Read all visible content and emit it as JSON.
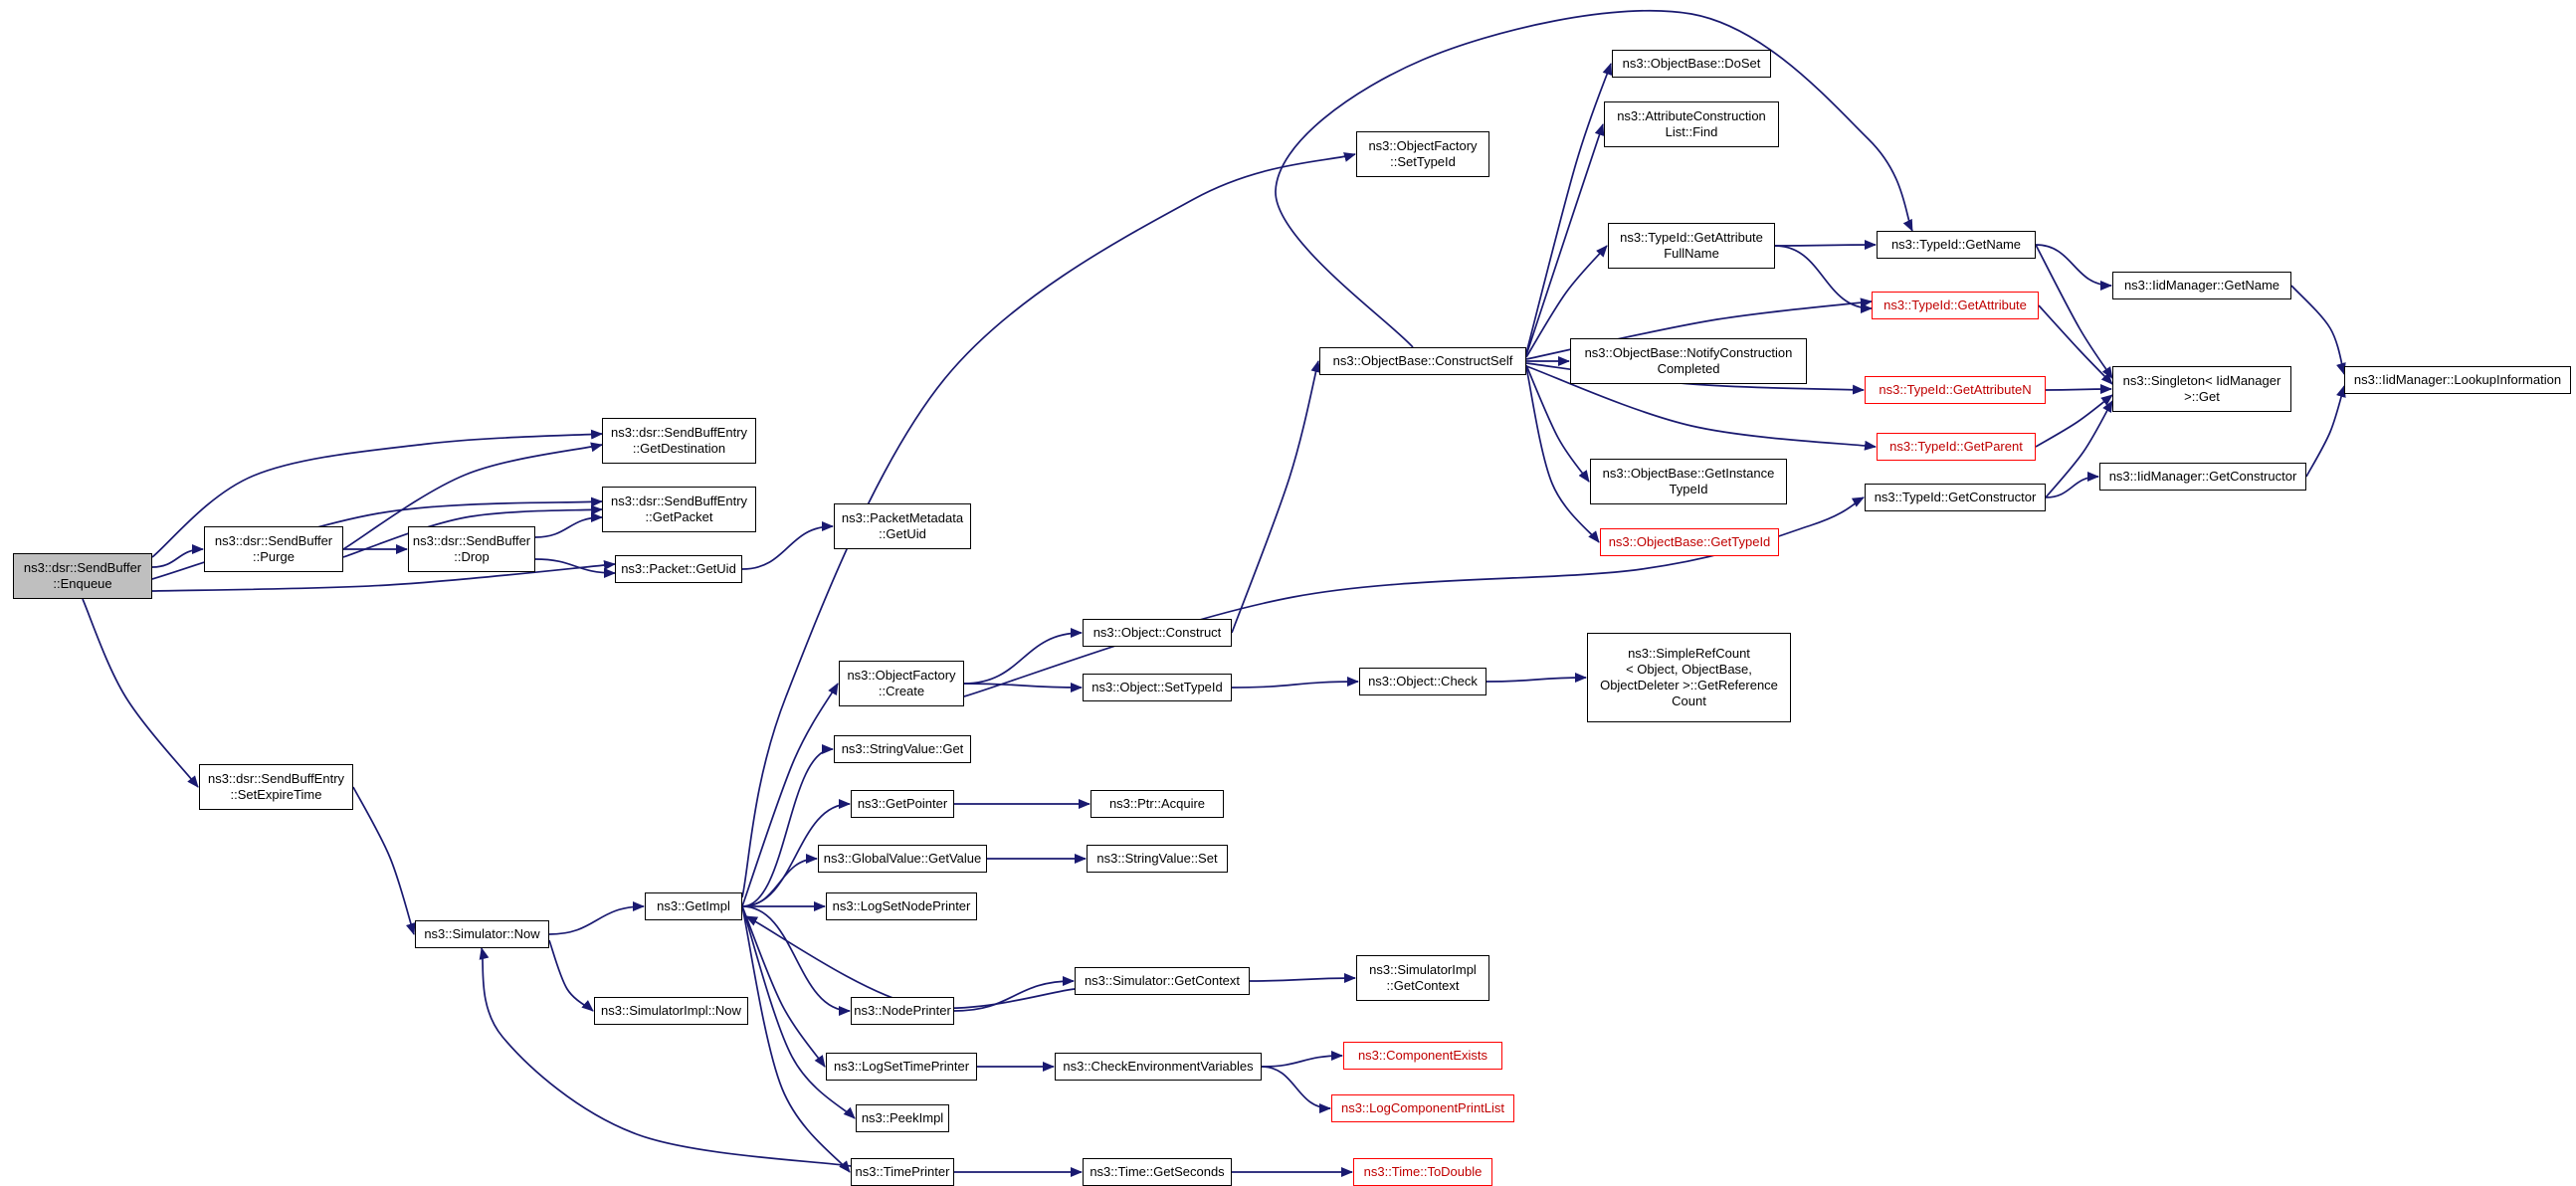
{
  "diagram": {
    "type": "call-graph",
    "root_function": "ns3::dsr::SendBuffer::Enqueue",
    "colors": {
      "edge": "#191970",
      "node_background": "#ffffff",
      "node_border": "#000000",
      "root_node_fill": "#bfbfbf",
      "truncated_node_border": "#ff0000",
      "background": "#ffffff"
    },
    "nodes": [
      {
        "id": "enqueue",
        "label": [
          "ns3::dsr::SendBuffer",
          "::Enqueue"
        ],
        "variant": "root"
      },
      {
        "id": "set-expire-time",
        "label": [
          "ns3::dsr::SendBuffEntry",
          "::SetExpireTime"
        ]
      },
      {
        "id": "purge",
        "label": [
          "ns3::dsr::SendBuffer",
          "::Purge"
        ]
      },
      {
        "id": "get-destination",
        "label": [
          "ns3::dsr::SendBuffEntry",
          "::GetDestination"
        ]
      },
      {
        "id": "get-packet",
        "label": [
          "ns3::dsr::SendBuffEntry",
          "::GetPacket"
        ]
      },
      {
        "id": "drop",
        "label": [
          "ns3::dsr::SendBuffer",
          "::Drop"
        ]
      },
      {
        "id": "packet-get-uid",
        "label": [
          "ns3::Packet::GetUid"
        ]
      },
      {
        "id": "simulator-now",
        "label": [
          "ns3::Simulator::Now"
        ]
      },
      {
        "id": "packet-metadata-get-uid",
        "label": [
          "ns3::PacketMetadata",
          "::GetUid"
        ]
      },
      {
        "id": "get-impl",
        "label": [
          "ns3::GetImpl"
        ]
      },
      {
        "id": "simulator-impl-now",
        "label": [
          "ns3::SimulatorImpl::Now"
        ]
      },
      {
        "id": "object-factory-create",
        "label": [
          "ns3::ObjectFactory",
          "::Create"
        ]
      },
      {
        "id": "string-value-get",
        "label": [
          "ns3::StringValue::Get"
        ]
      },
      {
        "id": "get-pointer",
        "label": [
          "ns3::GetPointer"
        ]
      },
      {
        "id": "global-value-get-value",
        "label": [
          "ns3::GlobalValue::GetValue"
        ]
      },
      {
        "id": "log-set-node-printer",
        "label": [
          "ns3::LogSetNodePrinter"
        ]
      },
      {
        "id": "node-printer",
        "label": [
          "ns3::NodePrinter"
        ]
      },
      {
        "id": "log-set-time-printer",
        "label": [
          "ns3::LogSetTimePrinter"
        ]
      },
      {
        "id": "peek-impl",
        "label": [
          "ns3::PeekImpl"
        ]
      },
      {
        "id": "time-printer",
        "label": [
          "ns3::TimePrinter"
        ]
      },
      {
        "id": "object-construct",
        "label": [
          "ns3::Object::Construct"
        ]
      },
      {
        "id": "object-set-type-id",
        "label": [
          "ns3::Object::SetTypeId"
        ]
      },
      {
        "id": "ptr-acquire",
        "label": [
          "ns3::Ptr::Acquire"
        ]
      },
      {
        "id": "string-value-set",
        "label": [
          "ns3::StringValue::Set"
        ]
      },
      {
        "id": "simulator-get-context",
        "label": [
          "ns3::Simulator::GetContext"
        ]
      },
      {
        "id": "check-environment-variables",
        "label": [
          "ns3::CheckEnvironmentVariables"
        ]
      },
      {
        "id": "time-get-seconds",
        "label": [
          "ns3::Time::GetSeconds"
        ]
      },
      {
        "id": "object-factory-set-type-id",
        "label": [
          "ns3::ObjectFactory",
          "::SetTypeId"
        ]
      },
      {
        "id": "construct-self",
        "label": [
          "ns3::ObjectBase::ConstructSelf"
        ]
      },
      {
        "id": "object-check",
        "label": [
          "ns3::Object::Check"
        ]
      },
      {
        "id": "simulator-impl-get-context",
        "label": [
          "ns3::SimulatorImpl",
          "::GetContext"
        ]
      },
      {
        "id": "component-exists",
        "label": [
          "ns3::ComponentExists"
        ],
        "variant": "truncated"
      },
      {
        "id": "log-component-print-list",
        "label": [
          "ns3::LogComponentPrintList"
        ],
        "variant": "truncated"
      },
      {
        "id": "time-to-double",
        "label": [
          "ns3::Time::ToDouble"
        ],
        "variant": "truncated"
      },
      {
        "id": "object-base-do-set",
        "label": [
          "ns3::ObjectBase::DoSet"
        ]
      },
      {
        "id": "attribute-construction-list-find",
        "label": [
          "ns3::AttributeConstruction",
          "List::Find"
        ]
      },
      {
        "id": "get-attribute-full-name",
        "label": [
          "ns3::TypeId::GetAttribute",
          "FullName"
        ]
      },
      {
        "id": "notify-construction-completed",
        "label": [
          "ns3::ObjectBase::NotifyConstruction",
          "Completed"
        ]
      },
      {
        "id": "get-instance-type-id",
        "label": [
          "ns3::ObjectBase::GetInstance",
          "TypeId"
        ]
      },
      {
        "id": "object-base-get-type-id",
        "label": [
          "ns3::ObjectBase::GetTypeId"
        ],
        "variant": "truncated"
      },
      {
        "id": "get-reference-count",
        "label": [
          "ns3::SimpleRefCount",
          "< Object, ObjectBase,",
          "ObjectDeleter >::GetReference",
          "Count"
        ]
      },
      {
        "id": "type-id-get-name",
        "label": [
          "ns3::TypeId::GetName"
        ]
      },
      {
        "id": "type-id-get-attribute",
        "label": [
          "ns3::TypeId::GetAttribute"
        ],
        "variant": "truncated"
      },
      {
        "id": "type-id-get-attribute-n",
        "label": [
          "ns3::TypeId::GetAttributeN"
        ],
        "variant": "truncated"
      },
      {
        "id": "type-id-get-parent",
        "label": [
          "ns3::TypeId::GetParent"
        ],
        "variant": "truncated"
      },
      {
        "id": "type-id-get-constructor",
        "label": [
          "ns3::TypeId::GetConstructor"
        ]
      },
      {
        "id": "iid-manager-get-name",
        "label": [
          "ns3::IidManager::GetName"
        ]
      },
      {
        "id": "singleton-get",
        "label": [
          "ns3::Singleton< IidManager",
          ">::Get"
        ]
      },
      {
        "id": "iid-manager-get-constructor",
        "label": [
          "ns3::IidManager::GetConstructor"
        ]
      },
      {
        "id": "lookup-information",
        "label": [
          "ns3::IidManager::LookupInformation"
        ]
      }
    ],
    "edges": [
      {
        "from": "enqueue",
        "to": "get-destination"
      },
      {
        "from": "enqueue",
        "to": "purge"
      },
      {
        "from": "enqueue",
        "to": "get-packet"
      },
      {
        "from": "enqueue",
        "to": "packet-get-uid"
      },
      {
        "from": "enqueue",
        "to": "set-expire-time"
      },
      {
        "from": "purge",
        "to": "get-destination"
      },
      {
        "from": "purge",
        "to": "get-packet"
      },
      {
        "from": "purge",
        "to": "drop"
      },
      {
        "from": "drop",
        "to": "get-packet"
      },
      {
        "from": "drop",
        "to": "packet-get-uid"
      },
      {
        "from": "packet-get-uid",
        "to": "packet-metadata-get-uid"
      },
      {
        "from": "set-expire-time",
        "to": "simulator-now"
      },
      {
        "from": "simulator-now",
        "to": "get-impl"
      },
      {
        "from": "simulator-now",
        "to": "simulator-impl-now"
      },
      {
        "from": "time-printer",
        "to": "simulator-now"
      },
      {
        "from": "get-impl",
        "to": "object-factory-set-type-id"
      },
      {
        "from": "get-impl",
        "to": "object-factory-create"
      },
      {
        "from": "get-impl",
        "to": "string-value-get"
      },
      {
        "from": "get-impl",
        "to": "get-pointer"
      },
      {
        "from": "get-impl",
        "to": "global-value-get-value"
      },
      {
        "from": "get-impl",
        "to": "log-set-node-printer"
      },
      {
        "from": "get-impl",
        "to": "node-printer"
      },
      {
        "from": "get-impl",
        "to": "log-set-time-printer"
      },
      {
        "from": "get-impl",
        "to": "peek-impl"
      },
      {
        "from": "get-impl",
        "to": "time-printer"
      },
      {
        "from": "object-factory-create",
        "to": "object-construct"
      },
      {
        "from": "object-factory-create",
        "to": "object-set-type-id"
      },
      {
        "from": "object-factory-create",
        "to": "type-id-get-constructor"
      },
      {
        "from": "object-construct",
        "to": "construct-self"
      },
      {
        "from": "object-set-type-id",
        "to": "object-check"
      },
      {
        "from": "object-check",
        "to": "get-reference-count"
      },
      {
        "from": "get-pointer",
        "to": "ptr-acquire"
      },
      {
        "from": "global-value-get-value",
        "to": "string-value-set"
      },
      {
        "from": "node-printer",
        "to": "simulator-get-context"
      },
      {
        "from": "simulator-get-context",
        "to": "simulator-impl-get-context"
      },
      {
        "from": "simulator-get-context",
        "to": "get-impl"
      },
      {
        "from": "log-set-time-printer",
        "to": "check-environment-variables"
      },
      {
        "from": "check-environment-variables",
        "to": "component-exists"
      },
      {
        "from": "check-environment-variables",
        "to": "log-component-print-list"
      },
      {
        "from": "time-printer",
        "to": "time-get-seconds"
      },
      {
        "from": "time-get-seconds",
        "to": "time-to-double"
      },
      {
        "from": "construct-self",
        "to": "object-base-do-set"
      },
      {
        "from": "construct-self",
        "to": "attribute-construction-list-find"
      },
      {
        "from": "construct-self",
        "to": "get-attribute-full-name"
      },
      {
        "from": "construct-self",
        "to": "notify-construction-completed"
      },
      {
        "from": "construct-self",
        "to": "get-instance-type-id"
      },
      {
        "from": "construct-self",
        "to": "object-base-get-type-id"
      },
      {
        "from": "construct-self",
        "to": "type-id-get-name"
      },
      {
        "from": "construct-self",
        "to": "type-id-get-attribute"
      },
      {
        "from": "construct-self",
        "to": "type-id-get-attribute-n"
      },
      {
        "from": "construct-self",
        "to": "type-id-get-parent"
      },
      {
        "from": "get-attribute-full-name",
        "to": "type-id-get-name"
      },
      {
        "from": "get-attribute-full-name",
        "to": "type-id-get-attribute"
      },
      {
        "from": "type-id-get-name",
        "to": "iid-manager-get-name"
      },
      {
        "from": "type-id-get-name",
        "to": "singleton-get"
      },
      {
        "from": "type-id-get-attribute",
        "to": "singleton-get"
      },
      {
        "from": "type-id-get-attribute-n",
        "to": "singleton-get"
      },
      {
        "from": "type-id-get-parent",
        "to": "singleton-get"
      },
      {
        "from": "type-id-get-constructor",
        "to": "singleton-get"
      },
      {
        "from": "type-id-get-constructor",
        "to": "iid-manager-get-constructor"
      },
      {
        "from": "iid-manager-get-name",
        "to": "lookup-information"
      },
      {
        "from": "iid-manager-get-constructor",
        "to": "lookup-information"
      }
    ]
  }
}
